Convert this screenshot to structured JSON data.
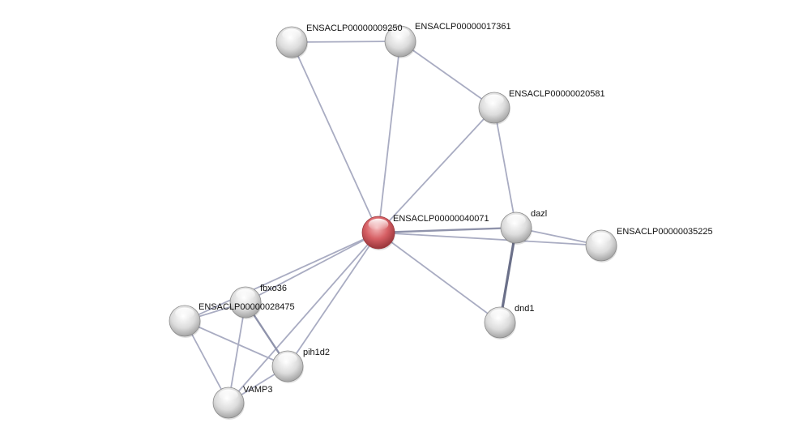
{
  "network": {
    "colors": {
      "edge": "#a9acc2",
      "edge_strong": "#6b7089",
      "node": "#d6d6d6",
      "query_node": "#d05a5f",
      "label": "#111111"
    },
    "nodes": [
      {
        "id": "n40071",
        "label": "ENSACLP00000040071",
        "query": true
      },
      {
        "id": "n09250",
        "label": "ENSACLP00000009250",
        "query": false
      },
      {
        "id": "n17361",
        "label": "ENSACLP00000017361",
        "query": false
      },
      {
        "id": "n20581",
        "label": "ENSACLP00000020581",
        "query": false
      },
      {
        "id": "dazl",
        "label": "dazl",
        "query": false
      },
      {
        "id": "n35225",
        "label": "ENSACLP00000035225",
        "query": false
      },
      {
        "id": "dnd1",
        "label": "dnd1",
        "query": false
      },
      {
        "id": "fbxo36",
        "label": "fbxo36",
        "query": false
      },
      {
        "id": "n28475",
        "label": "ENSACLP00000028475",
        "query": false
      },
      {
        "id": "pih1d2",
        "label": "pih1d2",
        "query": false
      },
      {
        "id": "VAMP3",
        "label": "VAMP3",
        "query": false
      }
    ],
    "edges": [
      {
        "source": "n09250",
        "target": "n17361",
        "strength": 1
      },
      {
        "source": "n09250",
        "target": "n40071",
        "strength": 1
      },
      {
        "source": "n17361",
        "target": "n40071",
        "strength": 1
      },
      {
        "source": "n17361",
        "target": "n20581",
        "strength": 1
      },
      {
        "source": "n20581",
        "target": "n40071",
        "strength": 1
      },
      {
        "source": "n20581",
        "target": "dazl",
        "strength": 1
      },
      {
        "source": "n40071",
        "target": "dazl",
        "strength": 2
      },
      {
        "source": "n40071",
        "target": "n35225",
        "strength": 1
      },
      {
        "source": "dazl",
        "target": "n35225",
        "strength": 1
      },
      {
        "source": "dazl",
        "target": "dnd1",
        "strength": 3
      },
      {
        "source": "n40071",
        "target": "dnd1",
        "strength": 1
      },
      {
        "source": "n40071",
        "target": "fbxo36",
        "strength": 1
      },
      {
        "source": "n40071",
        "target": "n28475",
        "strength": 1
      },
      {
        "source": "n40071",
        "target": "pih1d2",
        "strength": 1
      },
      {
        "source": "n40071",
        "target": "VAMP3",
        "strength": 1
      },
      {
        "source": "fbxo36",
        "target": "n28475",
        "strength": 1
      },
      {
        "source": "fbxo36",
        "target": "pih1d2",
        "strength": 2
      },
      {
        "source": "fbxo36",
        "target": "VAMP3",
        "strength": 1
      },
      {
        "source": "n28475",
        "target": "pih1d2",
        "strength": 1
      },
      {
        "source": "n28475",
        "target": "VAMP3",
        "strength": 1
      },
      {
        "source": "pih1d2",
        "target": "VAMP3",
        "strength": 1
      }
    ]
  }
}
